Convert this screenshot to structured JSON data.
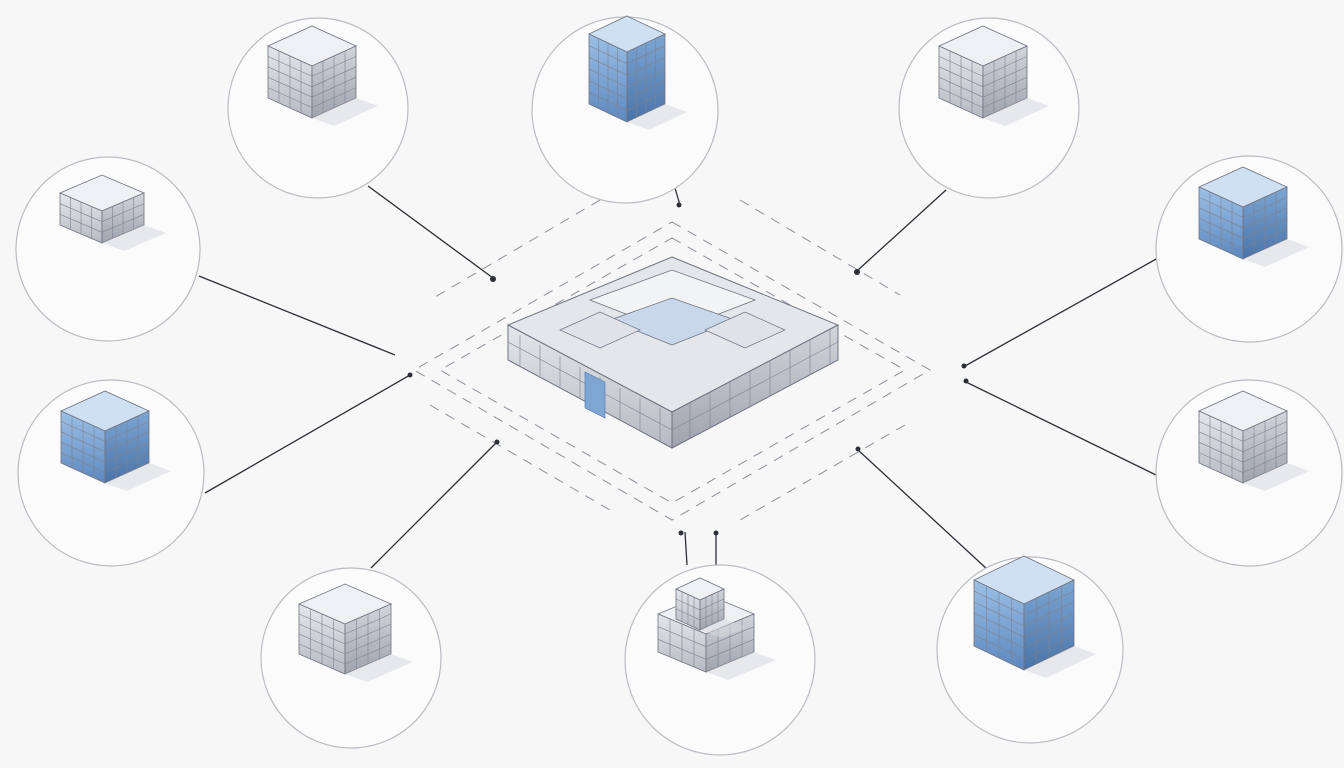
{
  "diagram": {
    "center": {
      "name": "central-complex"
    },
    "nodes": [
      {
        "id": "n1",
        "caption": [
          "",
          "",
          ""
        ],
        "style": "grey"
      },
      {
        "id": "n2",
        "caption": [
          "",
          "",
          ""
        ],
        "style": "blue"
      },
      {
        "id": "n3",
        "caption": [
          "",
          "",
          ""
        ],
        "style": "grey"
      },
      {
        "id": "n4",
        "caption": [
          "",
          "",
          ""
        ],
        "style": "grey"
      },
      {
        "id": "n5",
        "caption": [
          "",
          "",
          ""
        ],
        "style": "blue"
      },
      {
        "id": "n6",
        "caption": [
          "",
          "",
          ""
        ],
        "style": "blue"
      },
      {
        "id": "n7",
        "caption": [
          "",
          "",
          ""
        ],
        "style": "grey"
      },
      {
        "id": "n8",
        "caption": [
          "",
          "",
          ""
        ],
        "style": "grey"
      },
      {
        "id": "n9",
        "caption": [
          "",
          "",
          ""
        ],
        "style": "grey"
      },
      {
        "id": "n10",
        "caption": [
          "",
          "",
          ""
        ],
        "style": "blue"
      }
    ],
    "colors": {
      "background": "#f7f7f8",
      "circle_stroke": "#b9bcc2",
      "line": "#2c2f36",
      "glass_blue": "#7ea6d3",
      "concrete_grey": "#c9ccd3"
    }
  }
}
